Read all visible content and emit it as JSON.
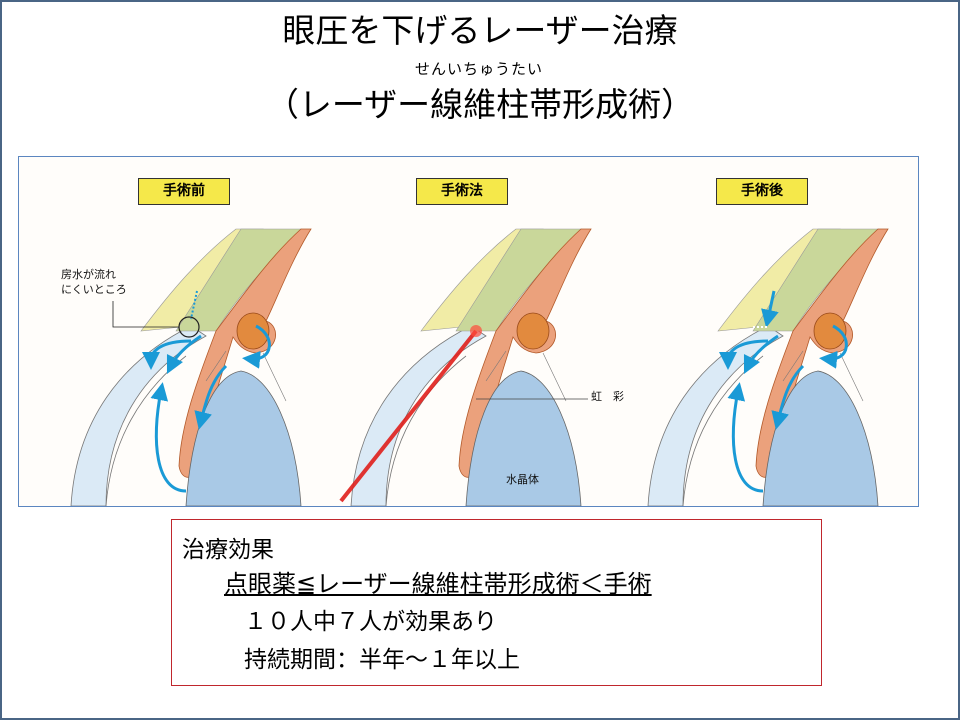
{
  "title": {
    "line1": "眼圧を下げるレーザー治療",
    "ruby": "せんいちゅうたい",
    "line2": "（レーザー線維柱帯形成術）"
  },
  "figure": {
    "panels": [
      {
        "label": "手術前"
      },
      {
        "label": "手術法"
      },
      {
        "label": "手術後"
      }
    ],
    "annotations": {
      "blocked_flow": "房水が流れ\nにくいところ",
      "iris": "虹　彩",
      "lens": "水晶体"
    },
    "colors": {
      "label_bg": "#f5e84a",
      "aqueous_arrow": "#1a9ad6",
      "laser": "#e0201c",
      "iris": "#e8a07a",
      "lens": "#a9c9e6"
    }
  },
  "effect": {
    "heading": "治療効果",
    "comparison": "点眼薬≦レーザー線維柱帯形成術＜手術",
    "efficacy": "１０人中７人が効果あり",
    "duration": "持続期間：半年〜１年以上"
  }
}
